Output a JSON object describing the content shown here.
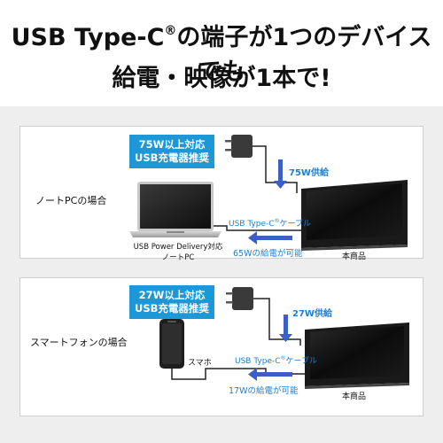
{
  "headline": {
    "line1_text": "USB Type-C",
    "line1_reg": "®",
    "line1_suffix": "の端子が1つのデバイスでも",
    "line2": "給電・映像が1本で!"
  },
  "scene_laptop": {
    "title": "ノートPCの場合",
    "charger_tag": [
      "75W以上対応",
      "USB充電器推奨"
    ],
    "supply_label": "75W供給",
    "cable_label_text": "USB Type-C",
    "cable_label_reg": "®",
    "cable_label_suffix": "ケーブル",
    "device_caption": [
      "USB Power Delivery対応",
      "ノートPC"
    ],
    "return_power_label": "65Wの給電が可能",
    "product_label": "本商品"
  },
  "scene_phone": {
    "title": "スマートフォンの場合",
    "charger_tag": [
      "27W以上対応",
      "USB充電器推奨"
    ],
    "supply_label": "27W供給",
    "cable_label_text": "USB Type-C",
    "cable_label_reg": "®",
    "cable_label_suffix": "ケーブル",
    "device_caption": "スマホ",
    "return_power_label": "17Wの給電が可能",
    "product_label": "本商品"
  },
  "colors": {
    "accent_blue": "#1d97d6",
    "arrow_blue": "#3b5fc4",
    "text_blue": "#1d7fd0"
  }
}
